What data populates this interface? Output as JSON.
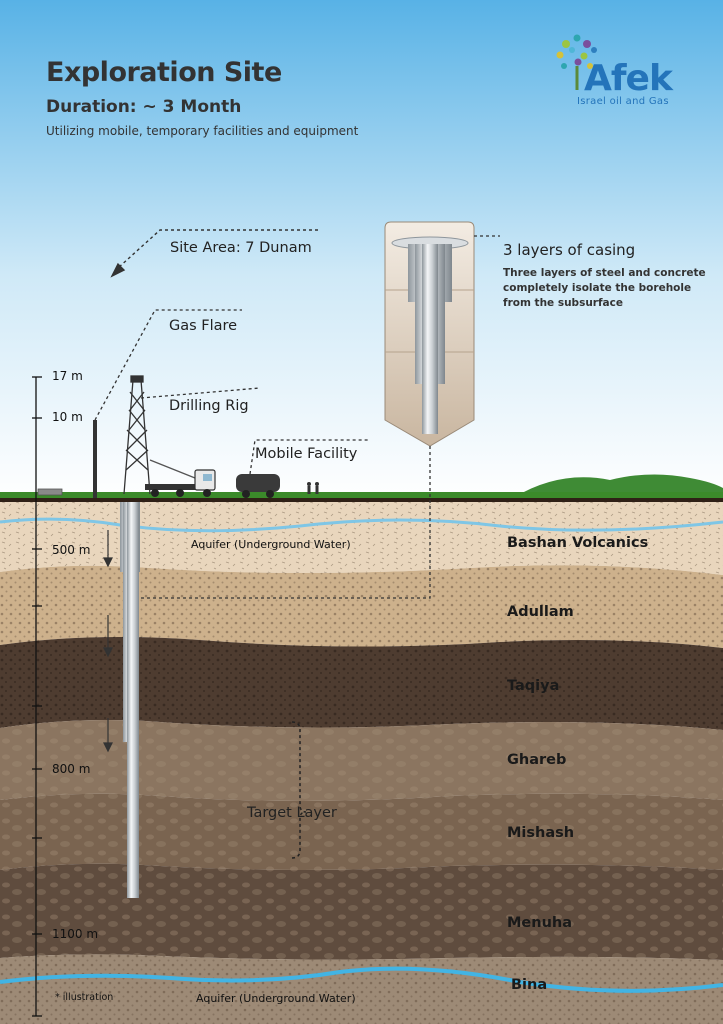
{
  "header": {
    "title": "Exploration Site",
    "subtitle": "Duration: ~ 3 Month",
    "description": "Utilizing mobile, temporary facilities and equipment"
  },
  "logo": {
    "name": "Afek",
    "tagline": "Israel oil and Gas",
    "icon": "tree-icon",
    "color": "#2474ba"
  },
  "surface_labels": {
    "site_area": "Site Area: 7 Dunam",
    "gas_flare": "Gas Flare",
    "drilling_rig": "Drilling Rig",
    "mobile_facility": "Mobile Facility"
  },
  "casing": {
    "title": "3 layers of casing",
    "description": "Three layers of steel and concrete completely isolate the borehole from the subsurface"
  },
  "depth_scale": {
    "above_ground": [
      "17 m",
      "10 m"
    ],
    "below_ground": [
      "500 m",
      "800 m",
      "1100 m"
    ]
  },
  "layers": [
    {
      "name": "Bashan Volcanics",
      "color": "#e9d6bd"
    },
    {
      "name": "Adullam",
      "color": "#cdb18c"
    },
    {
      "name": "Taqiya",
      "color": "#4e3c30"
    },
    {
      "name": "Ghareb",
      "color": "#8b7560"
    },
    {
      "name": "Mishash",
      "color": "#7a6450"
    },
    {
      "name": "Menuha",
      "color": "#5f4c3e"
    },
    {
      "name": "Bina",
      "color": "#9d8a76"
    }
  ],
  "aquifers": {
    "upper": "Aquifer (Underground Water)",
    "lower": "Aquifer (Underground Water)"
  },
  "target_layer": "Target Layer",
  "footnote": "* illustration",
  "colors": {
    "sky_top": "#58b2e6",
    "sky_bottom": "#ffffff",
    "grass": "#3b8a2a",
    "water": "#42b4e4"
  }
}
